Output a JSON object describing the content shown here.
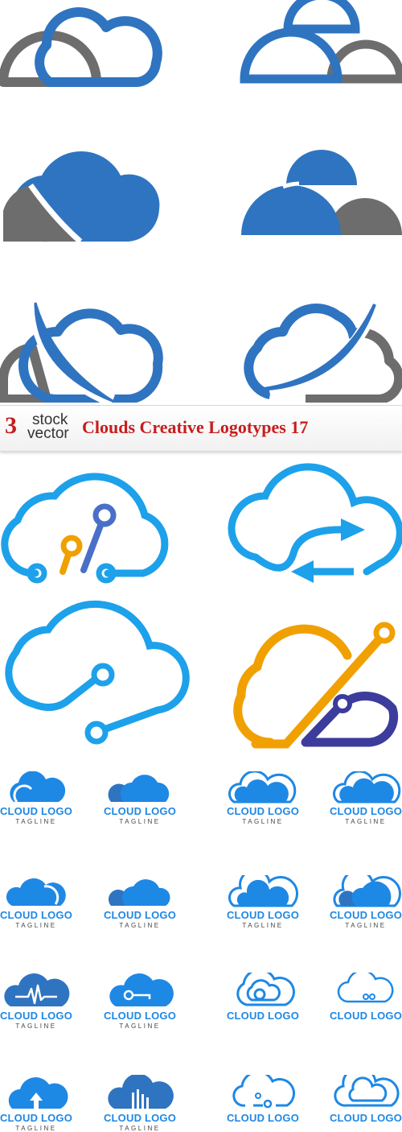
{
  "banner": {
    "brand_number": "3",
    "brand_word_1": "stock",
    "brand_word_2": "vector",
    "title": "Clouds Creative Logotypes 17"
  },
  "small_logos": {
    "label": "CLOUD LOGO",
    "tagline": "TAGLINE"
  },
  "colors": {
    "blue": "#2f74c0",
    "gray": "#6d6d6d",
    "sky": "#1da1ea",
    "orange": "#f0a000",
    "indigo": "#4a4aa8",
    "logo_blue": "#1e88e5",
    "banner_red": "#c81d1d"
  },
  "icons": [
    "cloud-outline-over-gray-semicircle-icon",
    "blue-gray-semicircle-clouds-icon",
    "filled-blue-cloud-gray-drop-icon",
    "filled-stacked-semicircle-clouds-icon",
    "swoosh-cloud-left-icon",
    "swoosh-cloud-right-icon",
    "tech-circuit-cloud-icon",
    "sync-arrows-cloud-icon",
    "circuit-line-cloud-icon",
    "orange-indigo-circuit-cloud-icon",
    "pulse-cloud-icon",
    "key-cloud-icon",
    "upload-arrow-cloud-icon",
    "bars-cloud-icon"
  ]
}
